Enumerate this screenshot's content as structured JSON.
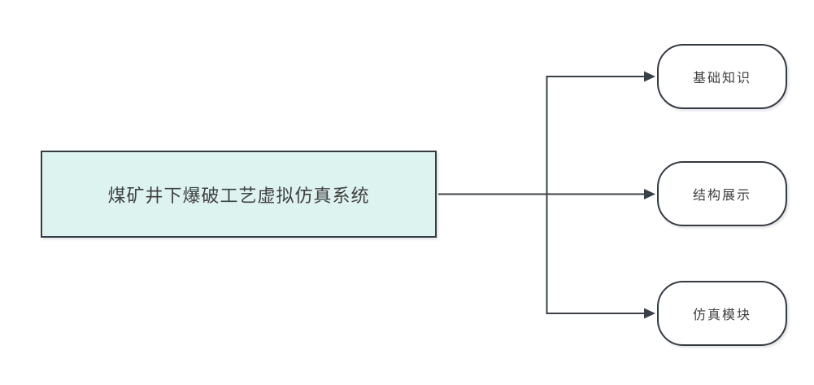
{
  "colors": {
    "canvas_bg": "#ffffff",
    "root_fill": "#ddf3f0",
    "leaf_fill": "#ffffff",
    "node_border": "#343b44",
    "connector": "#3a4047",
    "text": "#3f3f3f"
  },
  "diagram": {
    "root": {
      "label": "煤矿井下爆破工艺虚拟仿真系统"
    },
    "children": [
      {
        "label": "基础知识"
      },
      {
        "label": "结构展示"
      },
      {
        "label": "仿真模块"
      }
    ]
  }
}
